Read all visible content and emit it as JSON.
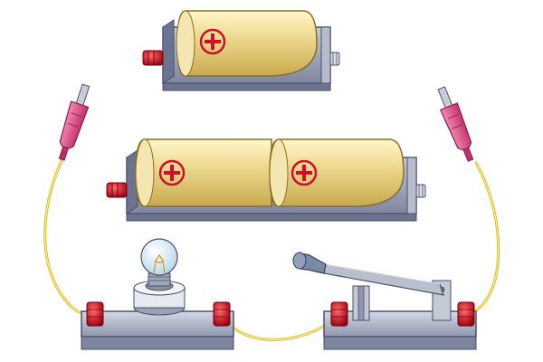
{
  "scene": {
    "battery_symbol": "+",
    "components": [
      "battery-holder-single",
      "battery-holder-double",
      "test-lead-left",
      "test-lead-right",
      "bulb-socket-board",
      "knife-switch-board"
    ],
    "switch_state": "open",
    "bulb_state": "off"
  },
  "colors": {
    "battery_body": "#e8d48a",
    "battery_plus": "#d0102a",
    "holder": "#9aa0b8",
    "terminal": "#d01020",
    "wire": "#f0d040",
    "probe": "#e24a86",
    "base": "#a8b0c4"
  },
  "icons": [
    "plus-sign-icon",
    "bulb-icon",
    "knife-switch-icon",
    "alligator-probe-icon"
  ]
}
